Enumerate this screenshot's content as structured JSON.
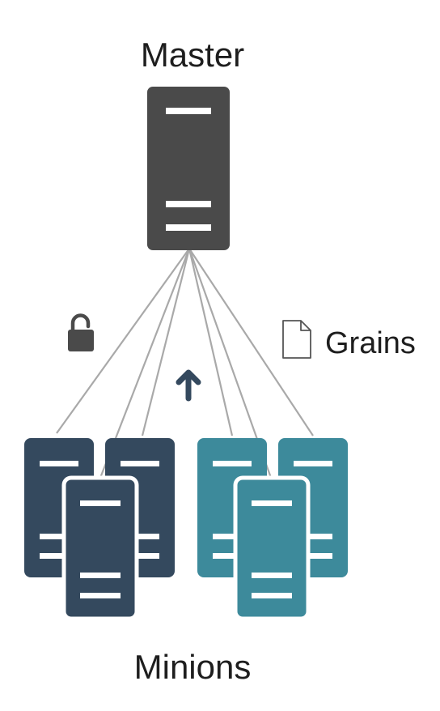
{
  "diagram": {
    "master_label": "Master",
    "minions_label": "Minions",
    "grains_label": "Grains"
  },
  "colors": {
    "master": "#4a4a4a",
    "minion_dark": "#34495e",
    "minion_teal": "#3d8a9b",
    "line": "#a9a9a9",
    "stripe": "#ffffff"
  },
  "icons": {
    "lock": "unlocked-padlock-icon",
    "document": "document-icon",
    "arrow": "arrow-up-icon"
  }
}
